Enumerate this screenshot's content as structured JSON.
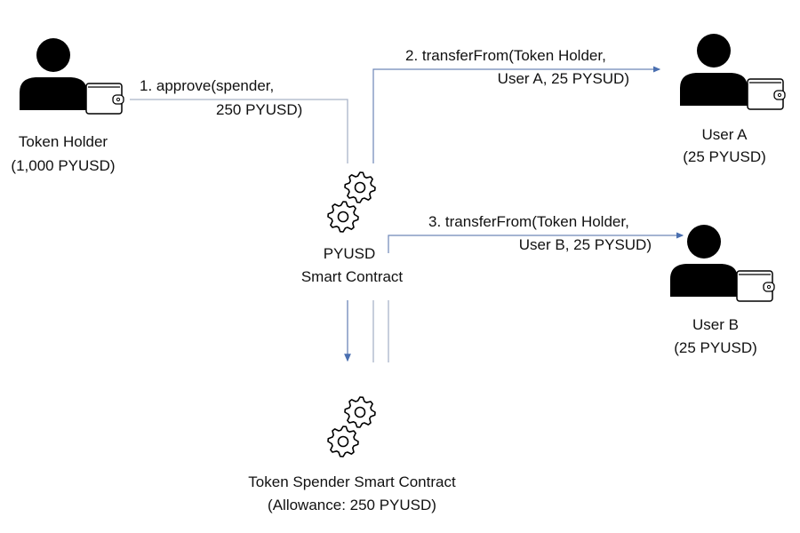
{
  "token_holder": {
    "name": "Token Holder",
    "balance": "(1,000 PYUSD)"
  },
  "user_a": {
    "name": "User A",
    "balance": "(25 PYUSD)"
  },
  "user_b": {
    "name": "User B",
    "balance": "(25 PYUSD)"
  },
  "pyusd_contract": {
    "line1": "PYUSD",
    "line2": "Smart Contract"
  },
  "spender_contract": {
    "line1": "Token Spender Smart Contract",
    "line2": "(Allowance: 250 PYUSD)"
  },
  "steps": [
    {
      "line1": "1. approve(spender,",
      "line2": "250 PYUSD)"
    },
    {
      "line1": "2. transferFrom(Token Holder,",
      "line2": "User A,  25 PYSUD)"
    },
    {
      "line1": "3. transferFrom(Token Holder,",
      "line2": "User B,  25 PYSUD)"
    }
  ],
  "colors": {
    "arrow": "#5b7db8",
    "line": "#a9b3c8",
    "icon": "#000000"
  }
}
